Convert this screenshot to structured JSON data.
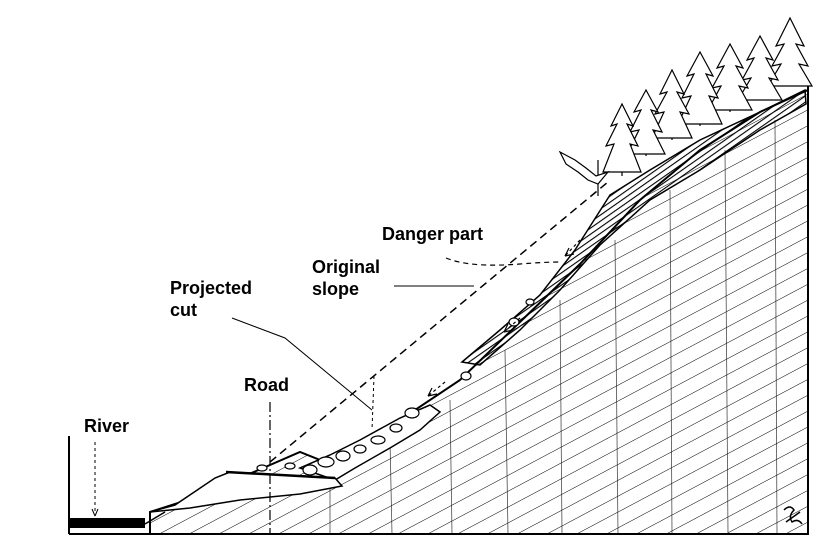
{
  "figure": {
    "labels": {
      "danger_part": "Danger part",
      "original_slope_line1": "Original",
      "original_slope_line2": "slope",
      "projected_cut_line1": "Projected",
      "projected_cut_line2": "cut",
      "road": "Road",
      "river": "River"
    },
    "colors": {
      "ink": "#000000",
      "paper": "#ffffff"
    },
    "icons": [
      "tree-icon",
      "signature-mark"
    ]
  }
}
